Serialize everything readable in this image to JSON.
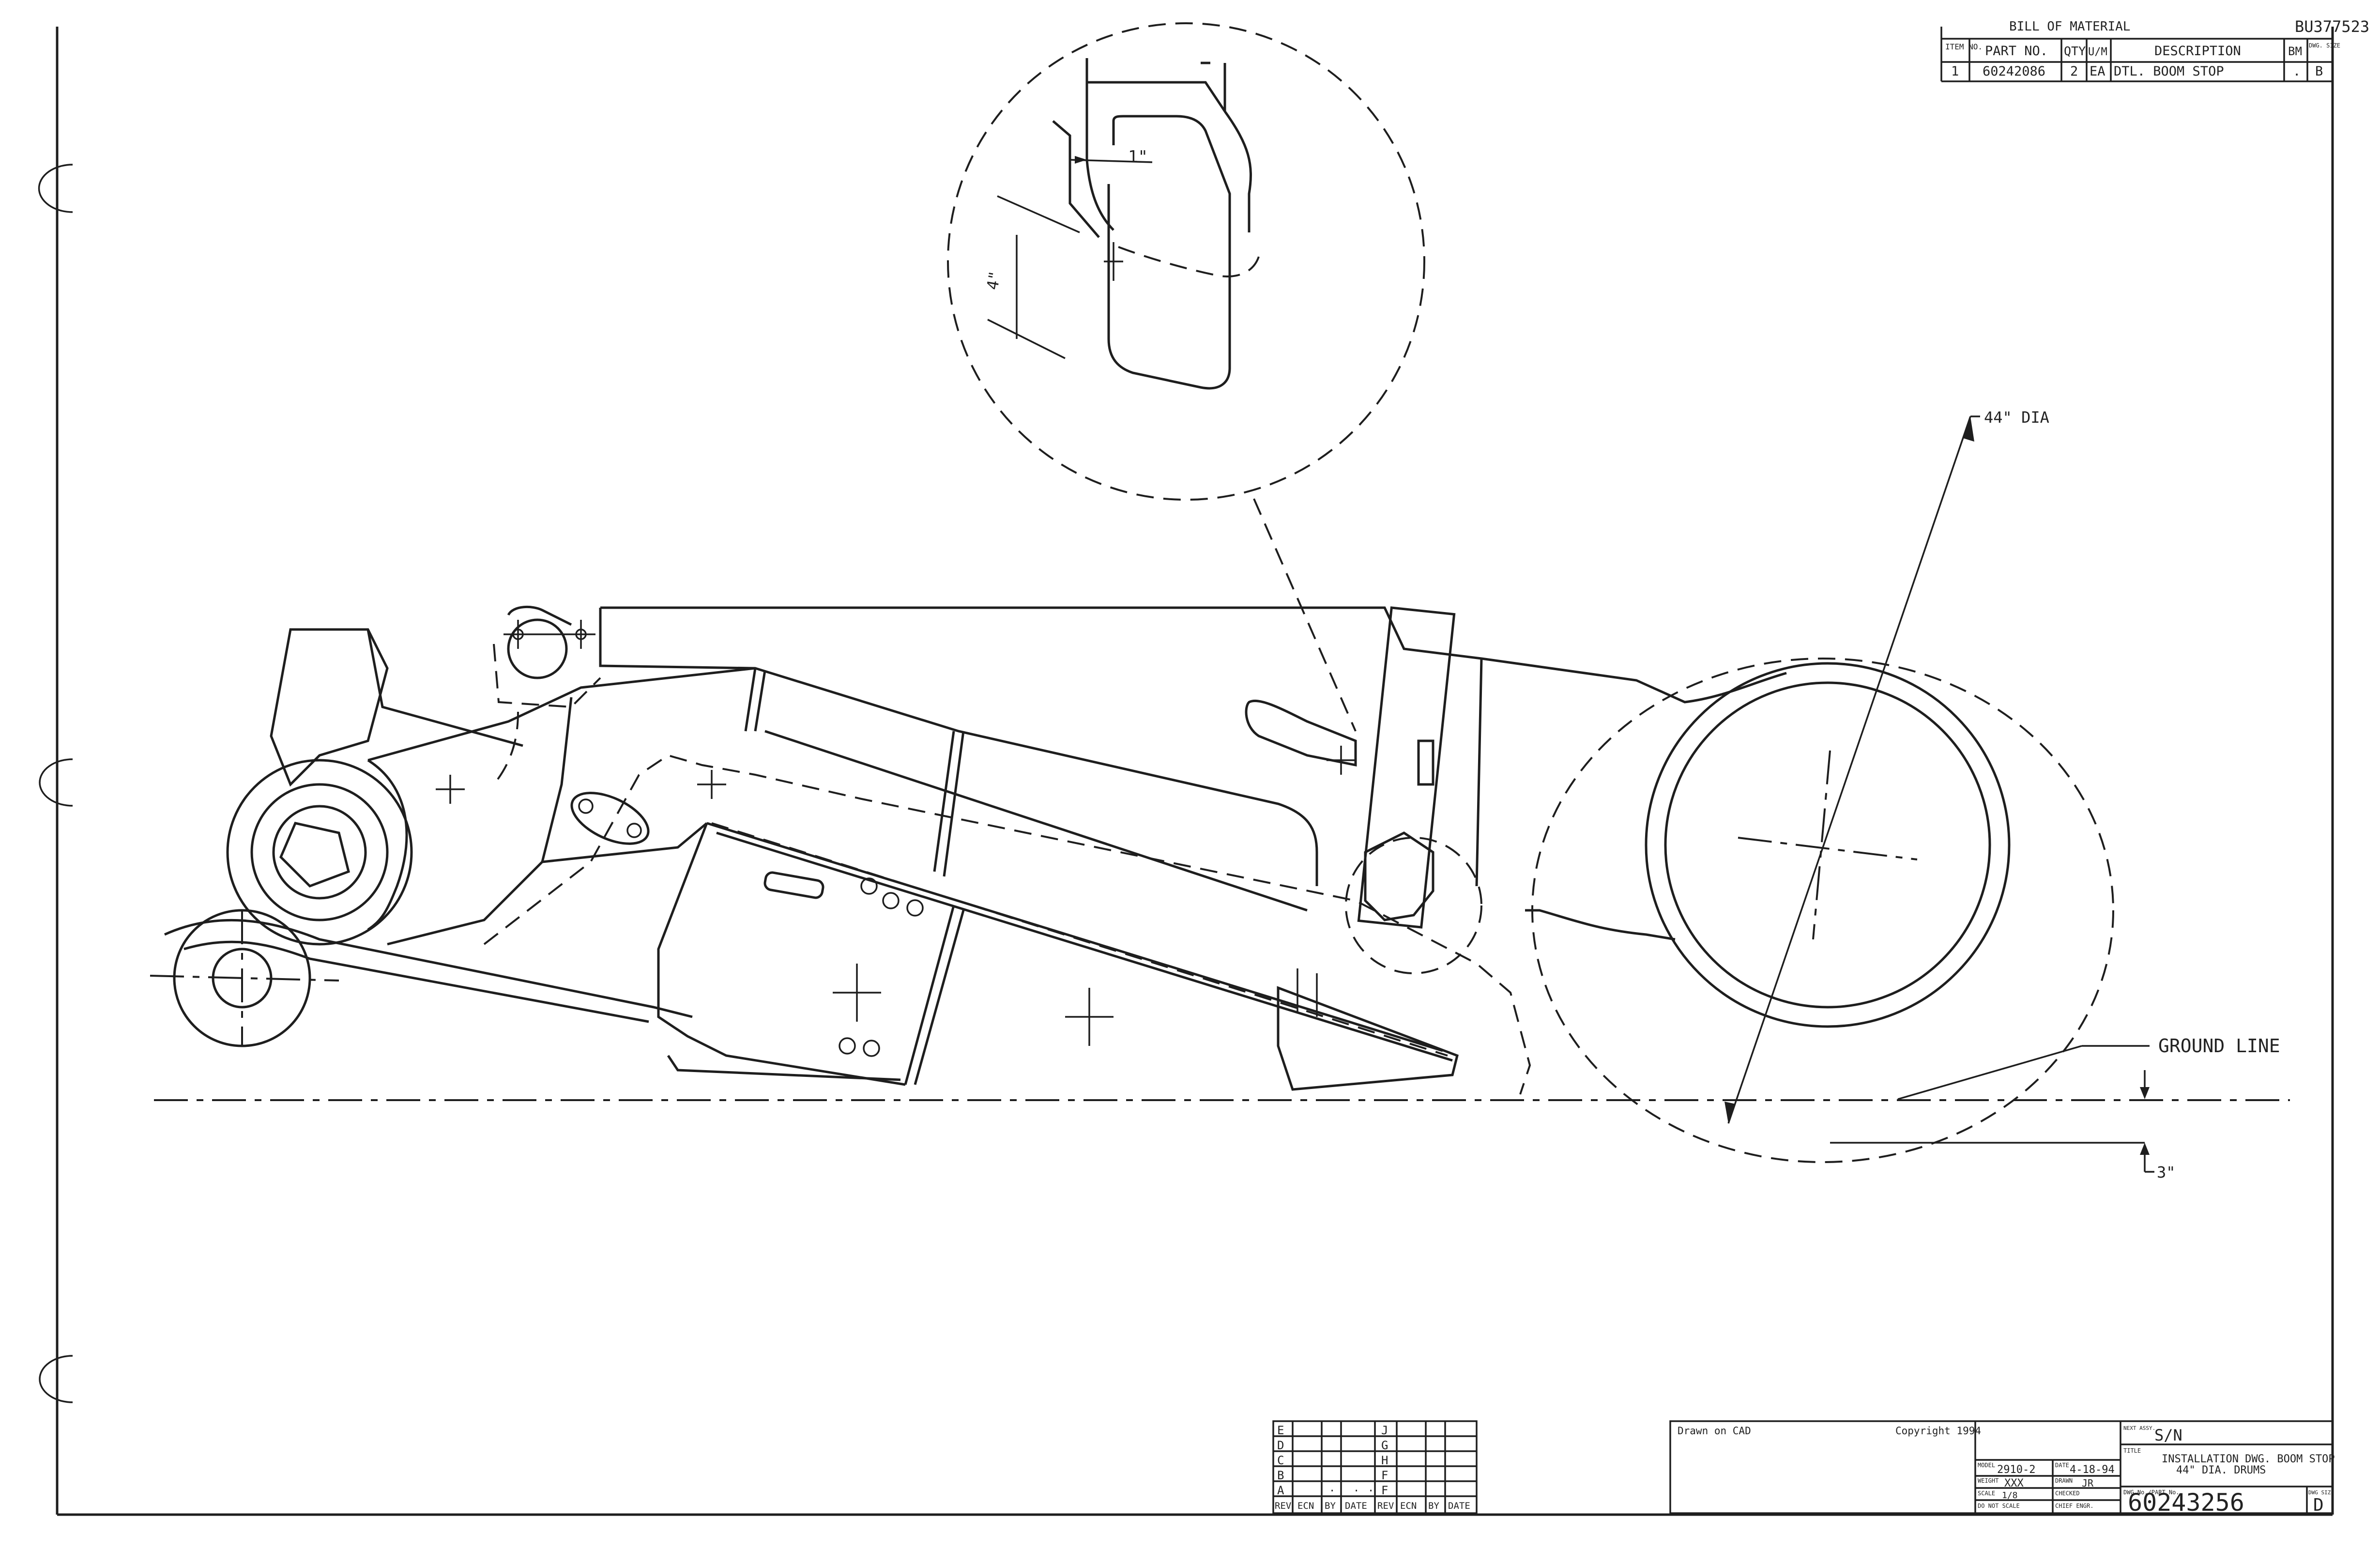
{
  "drawing_id_top": "BU377523",
  "bom": {
    "title": "BILL OF MATERIAL",
    "headers": {
      "item": "ITEM NO.",
      "part": "PART NO.",
      "qty": "QTY",
      "um": "U/M",
      "desc": "DESCRIPTION",
      "bm": "BM",
      "size": "DWG. SIZE"
    },
    "rows": [
      {
        "item": "1",
        "part": "60242086",
        "qty": "2",
        "um": "EA",
        "desc": "DTL. BOOM STOP",
        "bm": ".",
        "size": "B"
      }
    ]
  },
  "callouts": {
    "detail_dim_1": "1\"",
    "detail_dim_4": "4\"",
    "drum_dia": "44\" DIA",
    "ground_line": "GROUND LINE",
    "drop": "3\""
  },
  "rev_block": {
    "letters_left": [
      "E",
      "D",
      "C",
      "B",
      "A"
    ],
    "letters_right": [
      "J",
      "G",
      "H",
      "F",
      "F"
    ],
    "a_row_marks": [
      ".",
      ".",
      "."
    ],
    "headers": [
      "REV",
      "ECN",
      "BY",
      "DATE",
      "REV",
      "ECN",
      "BY",
      "DATE"
    ]
  },
  "title_block": {
    "drawn_on": "Drawn on CAD",
    "copyright": "Copyright 1994",
    "next_assy_label": "NEXT ASSY.",
    "next_assy": "S/N",
    "title_label": "TITLE",
    "title_line1": "INSTALLATION DWG. BOOM STOP",
    "title_line2": "44\" DIA. DRUMS",
    "model_label": "MODEL",
    "model": "2910-2",
    "date_label": "DATE",
    "date": "4-18-94",
    "weight_label": "WEIGHT",
    "weight": "XXX",
    "drawn_label": "DRAWN",
    "drawn": "JR",
    "scale_label": "SCALE",
    "scale": "1/8",
    "checked_label": "CHECKED",
    "do_not_scale": "DO NOT SCALE",
    "chief_engr": "CHIEF ENGR.",
    "dwg_no_label": "DWG No./PART No.",
    "dwg_no": "60243256",
    "dwg_size_label": "DWG SIZE",
    "dwg_size": "D"
  }
}
